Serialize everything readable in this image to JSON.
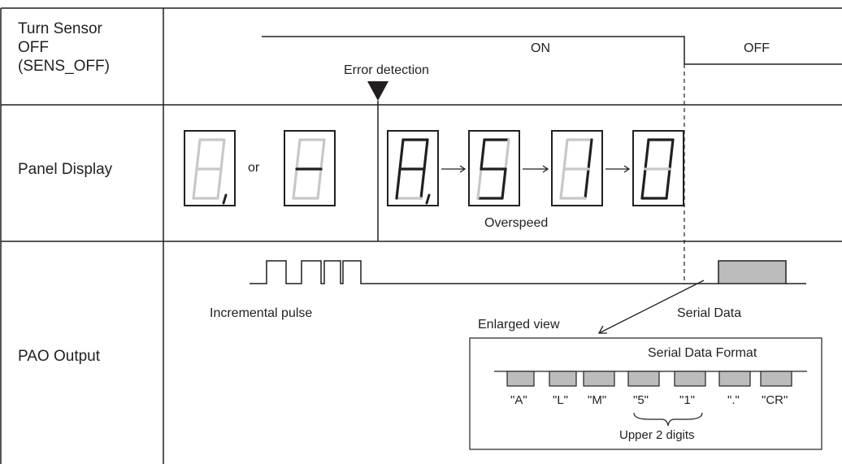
{
  "rows": {
    "sens_off": "Turn Sensor\nOFF\n(SENS_OFF)",
    "panel": "Panel Display",
    "pao": "PAO Output"
  },
  "sens_signal": {
    "on": "ON",
    "off": "OFF",
    "error": "Error detection"
  },
  "panel_display": {
    "or": "or",
    "overspeed": "Overspeed",
    "sequence": [
      "A.",
      "5",
      "1",
      "0"
    ]
  },
  "pao": {
    "incremental": "Incremental pulse",
    "serial": "Serial Data",
    "enlarged": "Enlarged view",
    "format_title": "Serial Data Format",
    "bytes": [
      "\"A\"",
      "\"L\"",
      "\"M\"",
      "\"5\"",
      "\"1\"",
      "\".\"",
      "\"CR\""
    ],
    "upper": "Upper 2 digits"
  },
  "colors": {
    "line": "#231f20",
    "segment_on": "#231f20",
    "segment_off": "#c8c8c8",
    "box_fill": "#bcbcbc"
  }
}
